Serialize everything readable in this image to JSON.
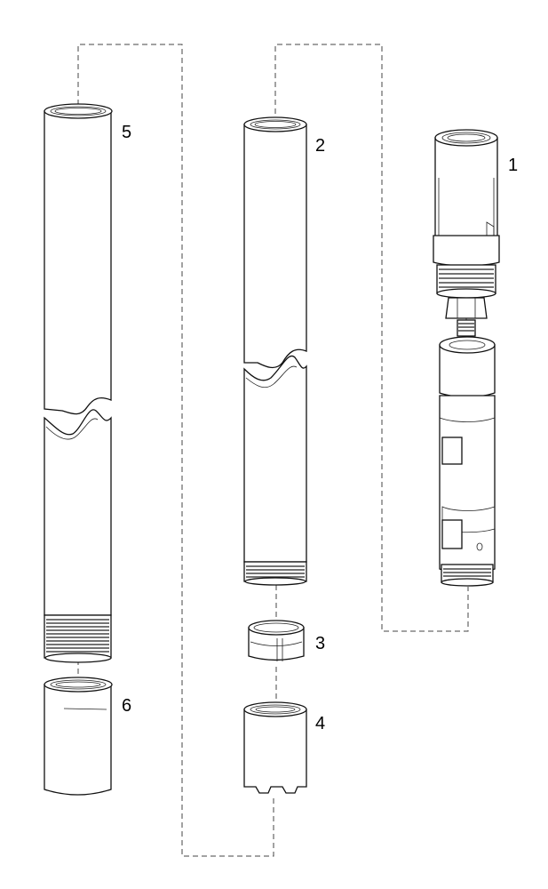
{
  "diagram": {
    "parts": [
      {
        "id": "1",
        "label": "1",
        "name": "inner-tube-head-assembly"
      },
      {
        "id": "2",
        "label": "2",
        "name": "inner-tube"
      },
      {
        "id": "3",
        "label": "3",
        "name": "core-lifter"
      },
      {
        "id": "4",
        "label": "4",
        "name": "core-lifter-case"
      },
      {
        "id": "5",
        "label": "5",
        "name": "outer-tube"
      },
      {
        "id": "6",
        "label": "6",
        "name": "reaming-shell"
      }
    ],
    "colors": {
      "line": "#111111",
      "background": "#ffffff",
      "dash": "#444444"
    }
  }
}
